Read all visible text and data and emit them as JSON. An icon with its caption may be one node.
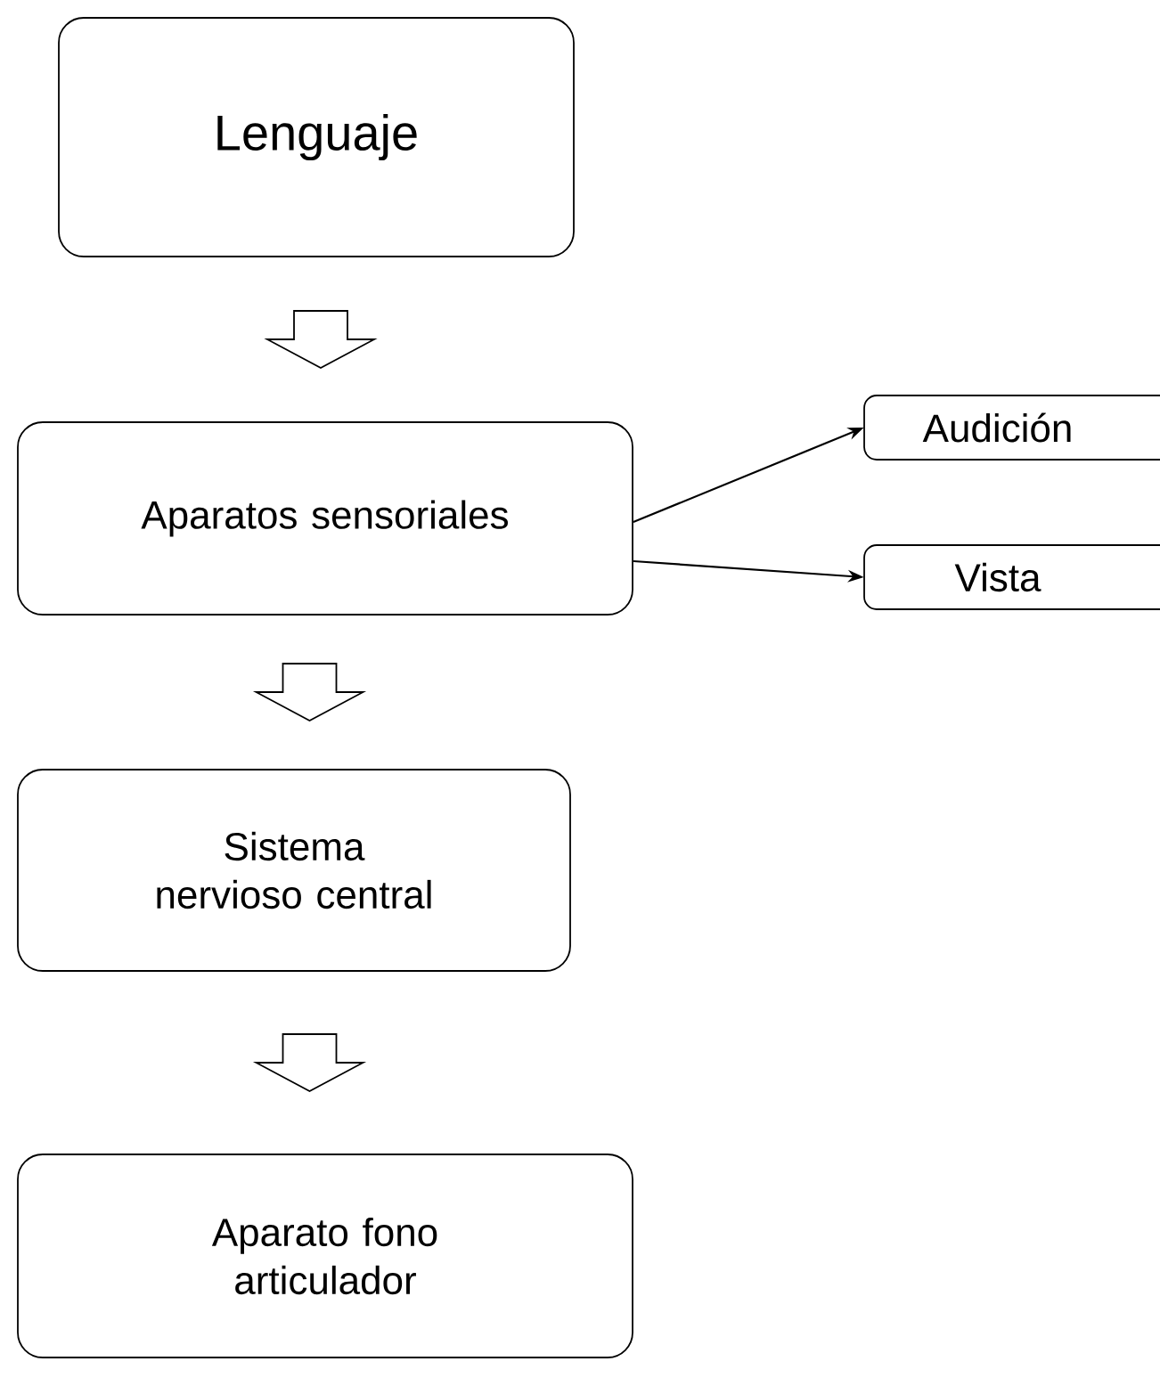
{
  "diagram": {
    "nodes": [
      {
        "text": [
          "Lenguaje"
        ]
      },
      {
        "text": [
          "Aparatos sensoriales"
        ]
      },
      {
        "text": [
          "Audición"
        ]
      },
      {
        "text": [
          "Vista"
        ]
      },
      {
        "text": [
          "Sistema nervioso central"
        ]
      },
      {
        "text": [
          "Aparato fono articulador"
        ]
      }
    ],
    "edges": [
      {
        "from": 0,
        "to": 1,
        "arrow": "to"
      },
      {
        "from": 1,
        "to": 2,
        "arrow": "to"
      },
      {
        "from": 1,
        "to": 3,
        "arrow": "to"
      },
      {
        "from": 1,
        "to": 4,
        "arrow": "to"
      },
      {
        "from": 4,
        "to": 5,
        "arrow": "to"
      }
    ]
  }
}
